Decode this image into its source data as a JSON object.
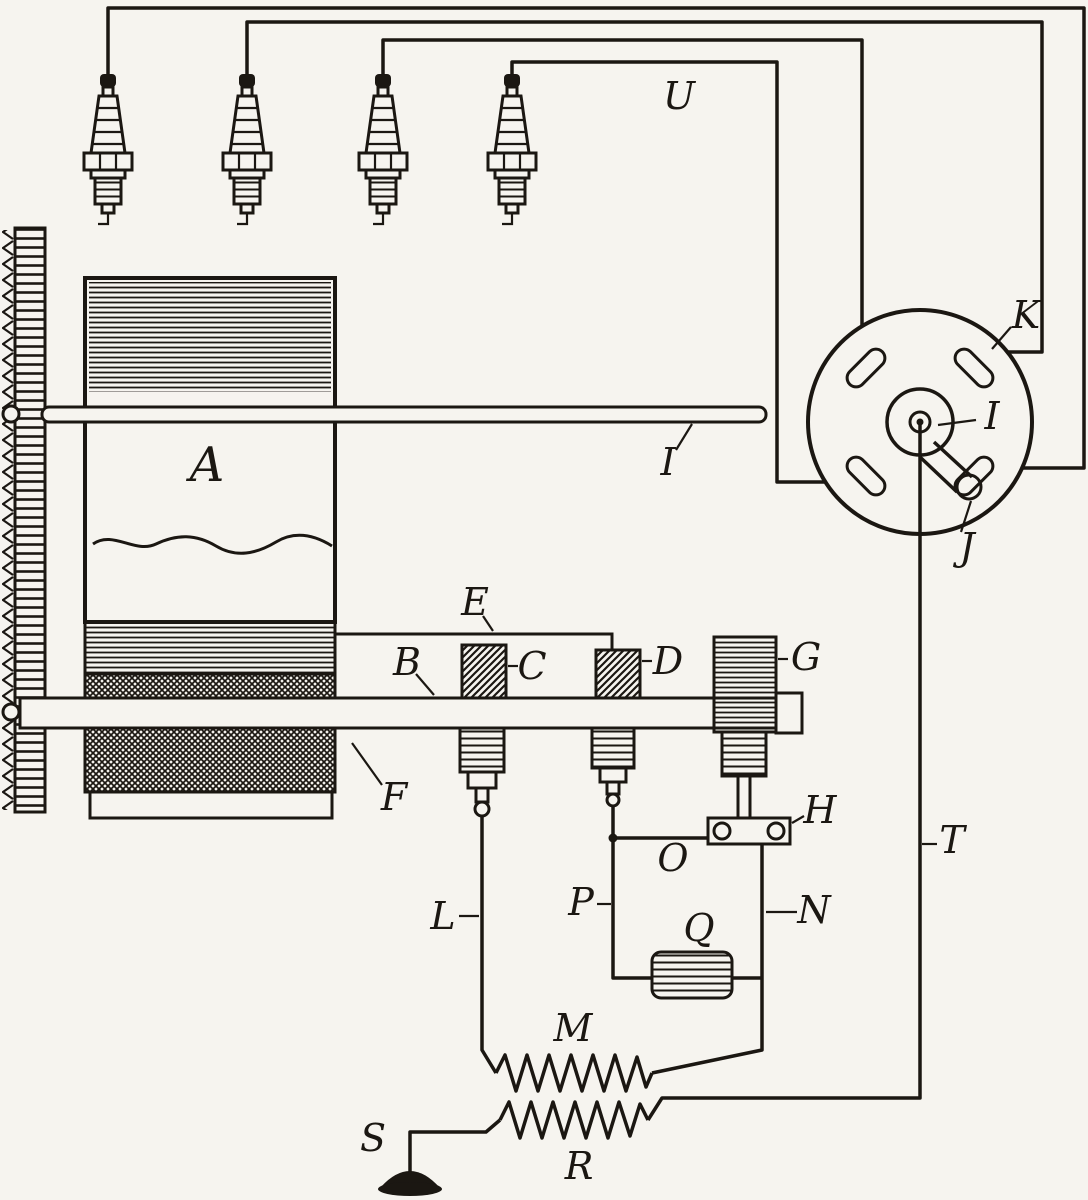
{
  "figure": {
    "background": "#f6f4ef",
    "ink": "#1b1712",
    "labels": {
      "A": "A",
      "B": "B",
      "C": "C",
      "D": "D",
      "E": "E",
      "F": "F",
      "G": "G",
      "H": "H",
      "I_shaft": "I",
      "I_rotor": "I",
      "J": "J",
      "K": "K",
      "L": "L",
      "M": "M",
      "N": "N",
      "O": "O",
      "P": "P",
      "Q": "Q",
      "R": "R",
      "S": "S",
      "T": "T",
      "U": "U"
    }
  }
}
